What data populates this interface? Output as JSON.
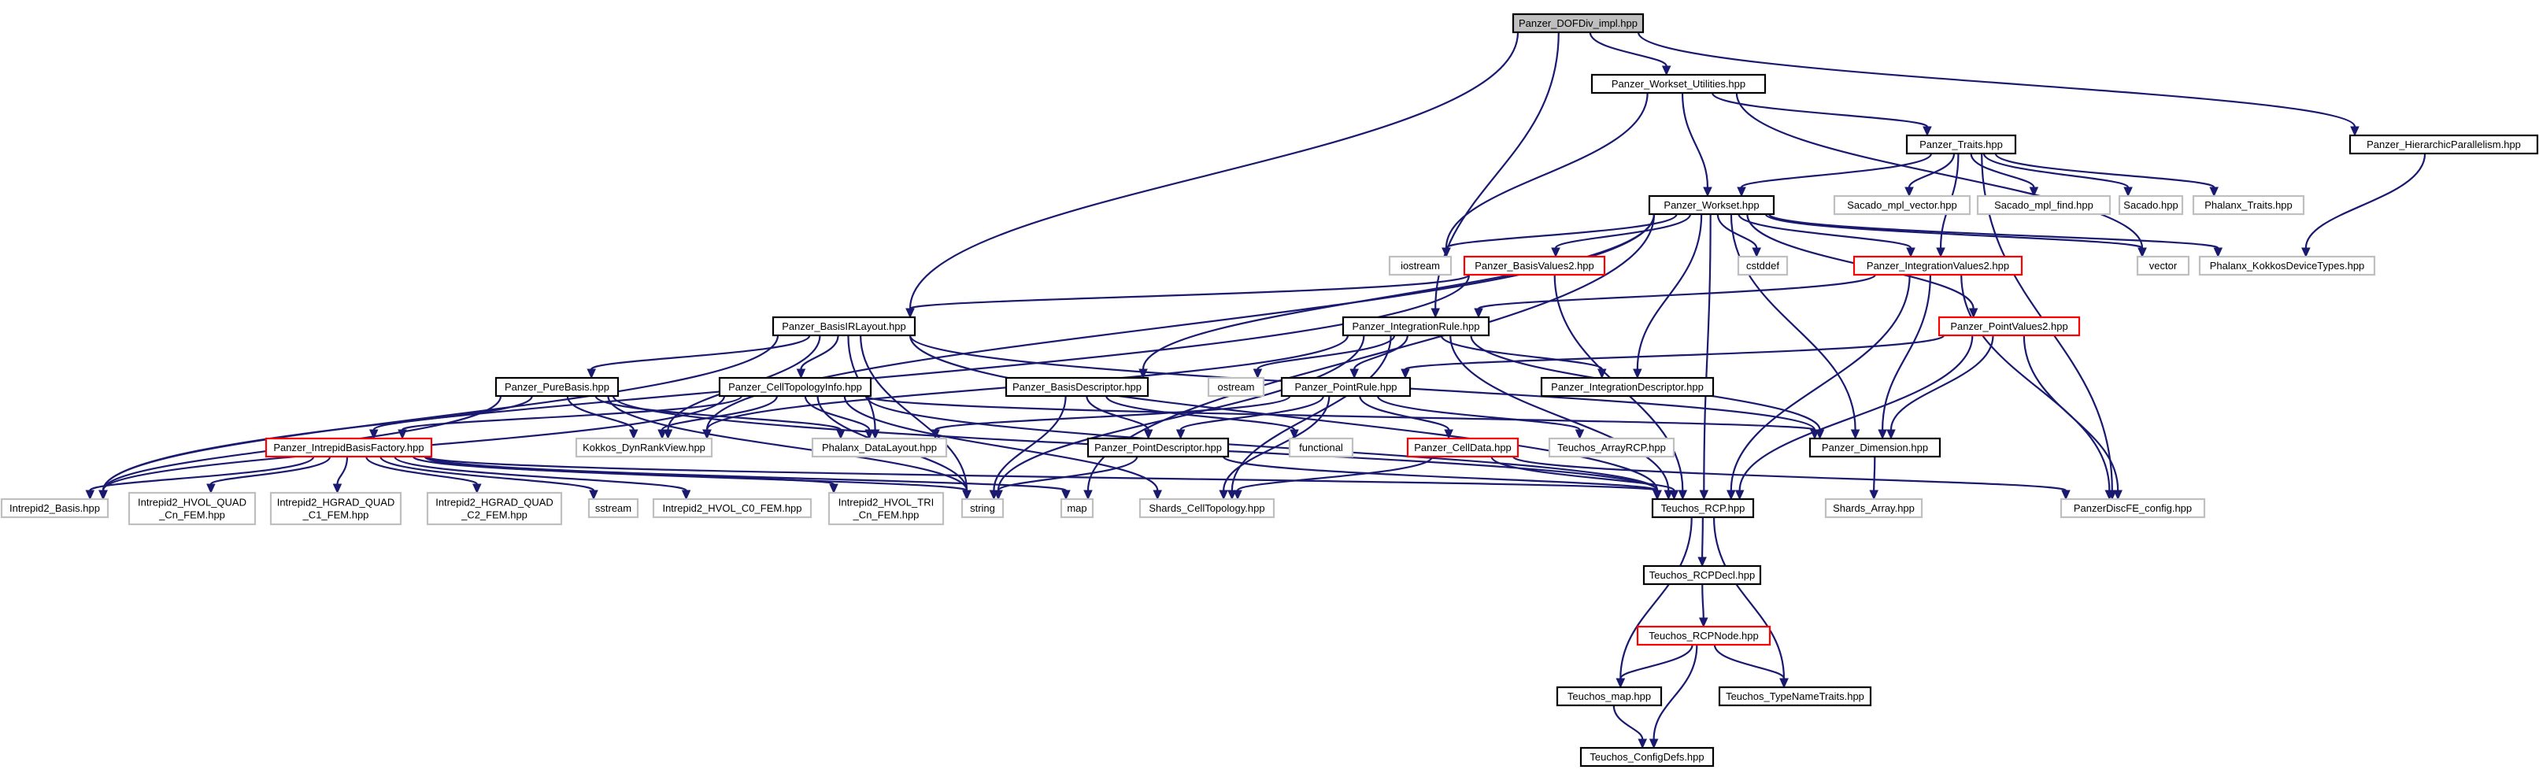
{
  "colors": {
    "edge": "#191970",
    "border_normal": "#000000",
    "border_external": "#bfbfbf",
    "border_truncated": "#ff0000",
    "fill_root": "#bfbfbf",
    "fill_default": "#ffffff"
  },
  "nodes": [
    {
      "id": "n0",
      "label": [
        "Panzer_DOFDiv_impl.hpp"
      ],
      "kind": "root"
    },
    {
      "id": "n1",
      "label": [
        "Panzer_Workset_Utilities.hpp"
      ],
      "kind": "normal"
    },
    {
      "id": "n2",
      "label": [
        "Panzer_HierarchicParallelism.hpp"
      ],
      "kind": "normal"
    },
    {
      "id": "n3",
      "label": [
        "Panzer_Traits.hpp"
      ],
      "kind": "normal"
    },
    {
      "id": "n4",
      "label": [
        "Panzer_Workset.hpp"
      ],
      "kind": "normal"
    },
    {
      "id": "n5",
      "label": [
        "Sacado_mpl_vector.hpp"
      ],
      "kind": "external"
    },
    {
      "id": "n6",
      "label": [
        "Sacado_mpl_find.hpp"
      ],
      "kind": "external"
    },
    {
      "id": "n7",
      "label": [
        "Sacado.hpp"
      ],
      "kind": "external"
    },
    {
      "id": "n8",
      "label": [
        "Phalanx_Traits.hpp"
      ],
      "kind": "external"
    },
    {
      "id": "n9",
      "label": [
        "iostream"
      ],
      "kind": "external"
    },
    {
      "id": "n10",
      "label": [
        "Panzer_BasisValues2.hpp"
      ],
      "kind": "truncated"
    },
    {
      "id": "n11",
      "label": [
        "cstddef"
      ],
      "kind": "external"
    },
    {
      "id": "n12",
      "label": [
        "Panzer_IntegrationValues2.hpp"
      ],
      "kind": "truncated"
    },
    {
      "id": "n13",
      "label": [
        "vector"
      ],
      "kind": "external"
    },
    {
      "id": "n14",
      "label": [
        "Phalanx_KokkosDeviceTypes.hpp"
      ],
      "kind": "external"
    },
    {
      "id": "n15",
      "label": [
        "Panzer_BasisIRLayout.hpp"
      ],
      "kind": "normal"
    },
    {
      "id": "n16",
      "label": [
        "Panzer_IntegrationRule.hpp"
      ],
      "kind": "normal"
    },
    {
      "id": "n17",
      "label": [
        "Panzer_PointValues2.hpp"
      ],
      "kind": "truncated"
    },
    {
      "id": "n18",
      "label": [
        "Panzer_PureBasis.hpp"
      ],
      "kind": "normal"
    },
    {
      "id": "n19",
      "label": [
        "Panzer_CellTopologyInfo.hpp"
      ],
      "kind": "normal"
    },
    {
      "id": "n20",
      "label": [
        "Panzer_BasisDescriptor.hpp"
      ],
      "kind": "normal"
    },
    {
      "id": "n21",
      "label": [
        "ostream"
      ],
      "kind": "external"
    },
    {
      "id": "n22",
      "label": [
        "Panzer_PointRule.hpp"
      ],
      "kind": "normal"
    },
    {
      "id": "n23",
      "label": [
        "Panzer_IntegrationDescriptor.hpp"
      ],
      "kind": "normal"
    },
    {
      "id": "n24",
      "label": [
        "Panzer_IntrepidBasisFactory.hpp"
      ],
      "kind": "truncated"
    },
    {
      "id": "n25",
      "label": [
        "Kokkos_DynRankView.hpp"
      ],
      "kind": "external"
    },
    {
      "id": "n26",
      "label": [
        "Phalanx_DataLayout.hpp"
      ],
      "kind": "external"
    },
    {
      "id": "n27",
      "label": [
        "Panzer_PointDescriptor.hpp"
      ],
      "kind": "normal"
    },
    {
      "id": "n28",
      "label": [
        "functional"
      ],
      "kind": "external"
    },
    {
      "id": "n29",
      "label": [
        "Panzer_CellData.hpp"
      ],
      "kind": "truncated"
    },
    {
      "id": "n30",
      "label": [
        "Teuchos_ArrayRCP.hpp"
      ],
      "kind": "external"
    },
    {
      "id": "n31",
      "label": [
        "Panzer_Dimension.hpp"
      ],
      "kind": "normal"
    },
    {
      "id": "n32",
      "label": [
        "Intrepid2_Basis.hpp"
      ],
      "kind": "external"
    },
    {
      "id": "n33",
      "label": [
        "Intrepid2_HVOL_QUAD",
        "_Cn_FEM.hpp"
      ],
      "kind": "external"
    },
    {
      "id": "n34",
      "label": [
        "Intrepid2_HGRAD_QUAD",
        "_C1_FEM.hpp"
      ],
      "kind": "external"
    },
    {
      "id": "n35",
      "label": [
        "Intrepid2_HGRAD_QUAD",
        "_C2_FEM.hpp"
      ],
      "kind": "external"
    },
    {
      "id": "n36",
      "label": [
        "sstream"
      ],
      "kind": "external"
    },
    {
      "id": "n37",
      "label": [
        "Intrepid2_HVOL_C0_FEM.hpp"
      ],
      "kind": "external"
    },
    {
      "id": "n38",
      "label": [
        "Intrepid2_HVOL_TRI",
        "_Cn_FEM.hpp"
      ],
      "kind": "external"
    },
    {
      "id": "n39",
      "label": [
        "string"
      ],
      "kind": "external"
    },
    {
      "id": "n40",
      "label": [
        "map"
      ],
      "kind": "external"
    },
    {
      "id": "n41",
      "label": [
        "Shards_CellTopology.hpp"
      ],
      "kind": "external"
    },
    {
      "id": "n42",
      "label": [
        "Teuchos_RCP.hpp"
      ],
      "kind": "normal"
    },
    {
      "id": "n43",
      "label": [
        "Shards_Array.hpp"
      ],
      "kind": "external"
    },
    {
      "id": "n44",
      "label": [
        "PanzerDiscFE_config.hpp"
      ],
      "kind": "external"
    },
    {
      "id": "n45",
      "label": [
        "Teuchos_RCPDecl.hpp"
      ],
      "kind": "normal"
    },
    {
      "id": "n46",
      "label": [
        "Teuchos_RCPNode.hpp"
      ],
      "kind": "truncated"
    },
    {
      "id": "n47",
      "label": [
        "Teuchos_map.hpp"
      ],
      "kind": "normal"
    },
    {
      "id": "n48",
      "label": [
        "Teuchos_TypeNameTraits.hpp"
      ],
      "kind": "normal"
    },
    {
      "id": "n49",
      "label": [
        "Teuchos_ConfigDefs.hpp"
      ],
      "kind": "normal"
    }
  ],
  "edges": [
    [
      "n0",
      "n1"
    ],
    [
      "n0",
      "n2"
    ],
    [
      "n0",
      "n15"
    ],
    [
      "n0",
      "n16"
    ],
    [
      "n1",
      "n3"
    ],
    [
      "n1",
      "n4"
    ],
    [
      "n1",
      "n9"
    ],
    [
      "n1",
      "n13"
    ],
    [
      "n2",
      "n14"
    ],
    [
      "n3",
      "n4"
    ],
    [
      "n3",
      "n5"
    ],
    [
      "n3",
      "n6"
    ],
    [
      "n3",
      "n7"
    ],
    [
      "n3",
      "n8"
    ],
    [
      "n3",
      "n12"
    ],
    [
      "n3",
      "n44"
    ],
    [
      "n4",
      "n9"
    ],
    [
      "n4",
      "n10"
    ],
    [
      "n4",
      "n11"
    ],
    [
      "n4",
      "n12"
    ],
    [
      "n4",
      "n13"
    ],
    [
      "n4",
      "n14"
    ],
    [
      "n4",
      "n17"
    ],
    [
      "n4",
      "n20"
    ],
    [
      "n4",
      "n23"
    ],
    [
      "n4",
      "n25"
    ],
    [
      "n4",
      "n31"
    ],
    [
      "n4",
      "n40"
    ],
    [
      "n4",
      "n42"
    ],
    [
      "n10",
      "n15"
    ],
    [
      "n10",
      "n42"
    ],
    [
      "n10",
      "n32"
    ],
    [
      "n12",
      "n16"
    ],
    [
      "n12",
      "n31"
    ],
    [
      "n12",
      "n42"
    ],
    [
      "n12",
      "n44"
    ],
    [
      "n15",
      "n18"
    ],
    [
      "n15",
      "n19"
    ],
    [
      "n15",
      "n25"
    ],
    [
      "n15",
      "n26"
    ],
    [
      "n15",
      "n31"
    ],
    [
      "n15",
      "n32"
    ],
    [
      "n15",
      "n39"
    ],
    [
      "n15",
      "n42"
    ],
    [
      "n16",
      "n22"
    ],
    [
      "n16",
      "n23"
    ],
    [
      "n16",
      "n21"
    ],
    [
      "n16",
      "n25"
    ],
    [
      "n16",
      "n39"
    ],
    [
      "n16",
      "n41"
    ],
    [
      "n16",
      "n31"
    ],
    [
      "n16",
      "n42"
    ],
    [
      "n17",
      "n22"
    ],
    [
      "n17",
      "n31"
    ],
    [
      "n17",
      "n42"
    ],
    [
      "n17",
      "n44"
    ],
    [
      "n18",
      "n24"
    ],
    [
      "n18",
      "n25"
    ],
    [
      "n18",
      "n26"
    ],
    [
      "n18",
      "n32"
    ],
    [
      "n18",
      "n39"
    ],
    [
      "n18",
      "n42"
    ],
    [
      "n19",
      "n24"
    ],
    [
      "n19",
      "n25"
    ],
    [
      "n19",
      "n26"
    ],
    [
      "n19",
      "n32"
    ],
    [
      "n19",
      "n39"
    ],
    [
      "n19",
      "n41"
    ],
    [
      "n19",
      "n42"
    ],
    [
      "n19",
      "n31"
    ],
    [
      "n20",
      "n27"
    ],
    [
      "n20",
      "n28"
    ],
    [
      "n20",
      "n39"
    ],
    [
      "n22",
      "n26"
    ],
    [
      "n22",
      "n27"
    ],
    [
      "n22",
      "n29"
    ],
    [
      "n22",
      "n30"
    ],
    [
      "n22",
      "n41"
    ],
    [
      "n24",
      "n32"
    ],
    [
      "n24",
      "n33"
    ],
    [
      "n24",
      "n34"
    ],
    [
      "n24",
      "n35"
    ],
    [
      "n24",
      "n36"
    ],
    [
      "n24",
      "n37"
    ],
    [
      "n24",
      "n38"
    ],
    [
      "n24",
      "n39"
    ],
    [
      "n24",
      "n40"
    ],
    [
      "n24",
      "n42"
    ],
    [
      "n27",
      "n39"
    ],
    [
      "n27",
      "n42"
    ],
    [
      "n29",
      "n41"
    ],
    [
      "n29",
      "n42"
    ],
    [
      "n29",
      "n44"
    ],
    [
      "n31",
      "n43"
    ],
    [
      "n42",
      "n45"
    ],
    [
      "n42",
      "n47"
    ],
    [
      "n42",
      "n48"
    ],
    [
      "n45",
      "n46"
    ],
    [
      "n46",
      "n47"
    ],
    [
      "n46",
      "n48"
    ],
    [
      "n46",
      "n49"
    ],
    [
      "n47",
      "n49"
    ]
  ]
}
